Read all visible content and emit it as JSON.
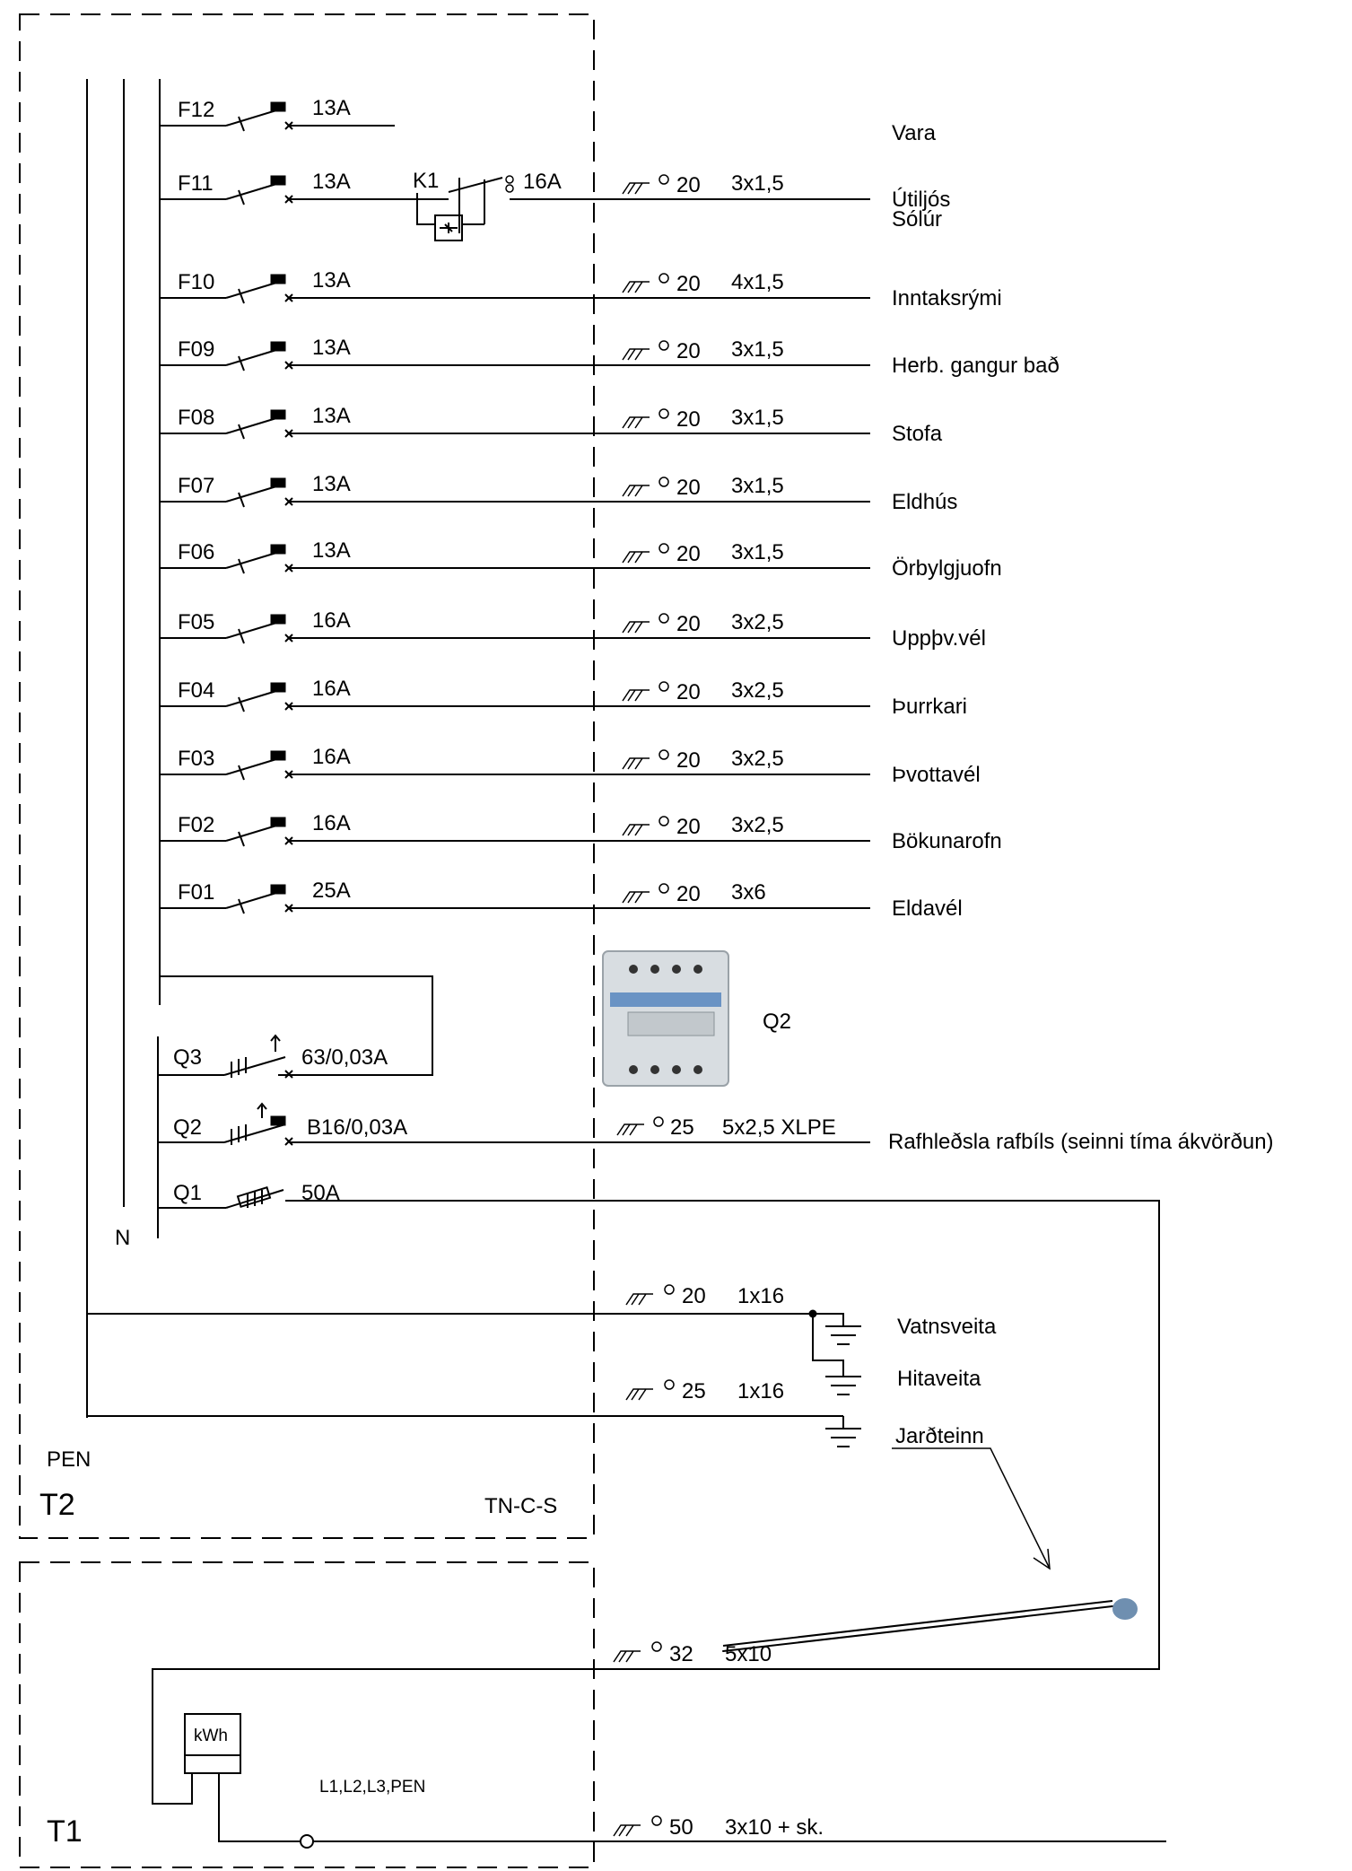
{
  "frames": {
    "t2": {
      "label": "T2",
      "system": "TN-C-S",
      "pen_label": "PEN",
      "n_label": "N"
    },
    "t1": {
      "label": "T1"
    }
  },
  "circuits": [
    {
      "id": "F12",
      "rating": "13A",
      "load": "Vara",
      "install": "",
      "size": "",
      "cable": ""
    },
    {
      "id": "F11",
      "rating": "13A",
      "load": "Útiljós",
      "load2": "Sólúr",
      "contactor": "K1",
      "contactor_rating": "16A",
      "install": "20",
      "cable": "3x1,5"
    },
    {
      "id": "F10",
      "rating": "13A",
      "load": "Inntaksrými",
      "install": "20",
      "cable": "4x1,5"
    },
    {
      "id": "F09",
      "rating": "13A",
      "load": "Herb. gangur bað",
      "install": "20",
      "cable": "3x1,5"
    },
    {
      "id": "F08",
      "rating": "13A",
      "load": "Stofa",
      "install": "20",
      "cable": "3x1,5"
    },
    {
      "id": "F07",
      "rating": "13A",
      "load": "Eldhús",
      "install": "20",
      "cable": "3x1,5"
    },
    {
      "id": "F06",
      "rating": "13A",
      "load": "Örbylgjuofn",
      "install": "20",
      "cable": "3x1,5"
    },
    {
      "id": "F05",
      "rating": "16A",
      "load": "Uppþv.vél",
      "install": "20",
      "cable": "3x2,5"
    },
    {
      "id": "F04",
      "rating": "16A",
      "load": "Þurrkari",
      "install": "20",
      "cable": "3x2,5"
    },
    {
      "id": "F03",
      "rating": "16A",
      "load": "Þvottavél",
      "install": "20",
      "cable": "3x2,5"
    },
    {
      "id": "F02",
      "rating": "16A",
      "load": "Bökunarofn",
      "install": "20",
      "cable": "3x2,5"
    },
    {
      "id": "F01",
      "rating": "25A",
      "load": "Eldavél",
      "install": "20",
      "cable": "3x6"
    }
  ],
  "protection": {
    "q3": {
      "id": "Q3",
      "rating": "63/0,03A"
    },
    "q2": {
      "id": "Q2",
      "rating": "B16/0,03A",
      "install": "25",
      "cable": "5x2,5 XLPE",
      "load": "Rafhleðsla rafbíls (seinni tíma ákvörðun)"
    },
    "q1": {
      "id": "Q1",
      "rating": "50A"
    },
    "q2_photo_label": "Q2"
  },
  "earthing": {
    "water": {
      "install": "20",
      "cable": "1x16",
      "label": "Vatnsveita"
    },
    "heating": {
      "label": "Hitaveita"
    },
    "rod": {
      "install": "25",
      "cable": "1x16",
      "label": "Jarðteinn"
    }
  },
  "supply": {
    "submain": {
      "install": "32",
      "cable": "5x10"
    },
    "meter": {
      "label": "kWh"
    },
    "terminal": {
      "label": "L1,L2,L3,PEN"
    },
    "main": {
      "install": "50",
      "cable": "3x10 + sk."
    }
  },
  "colors": {
    "line": "#000000",
    "background": "#ffffff",
    "copper": "#a86a44",
    "device_grey": "#d8dde1",
    "device_blue": "#6a93c4"
  }
}
